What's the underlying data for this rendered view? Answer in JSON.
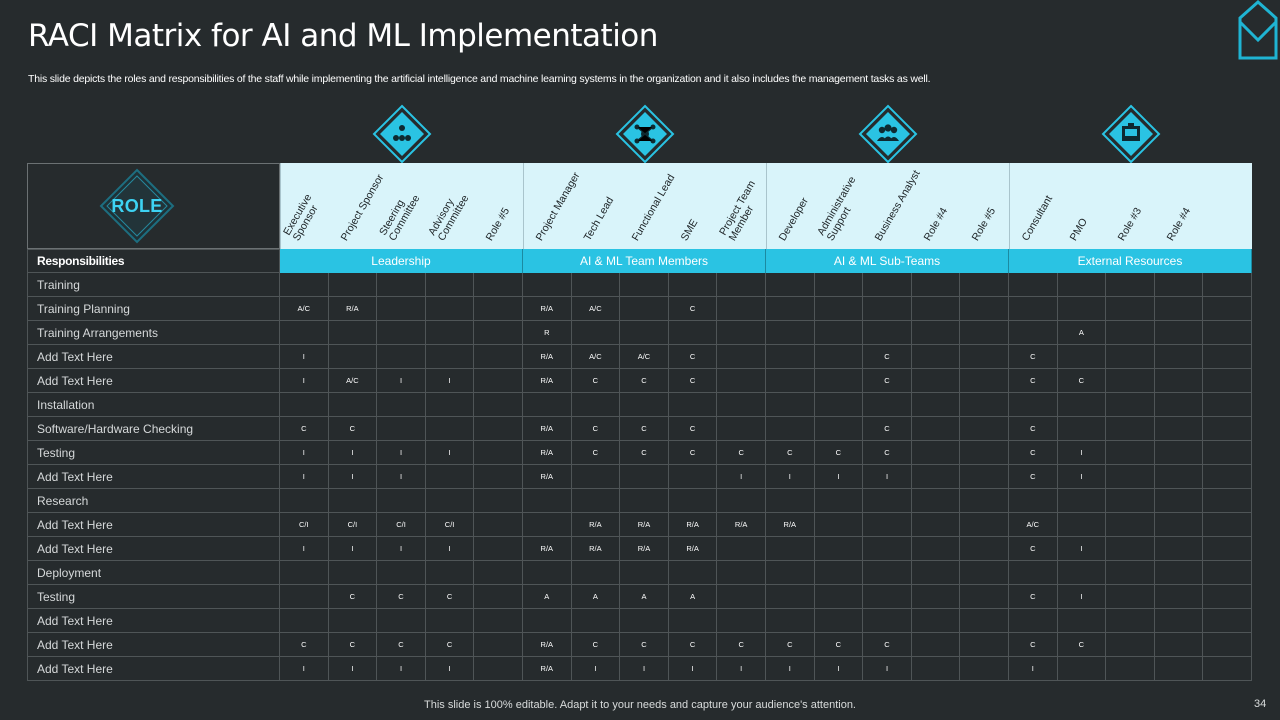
{
  "title": "RACI Matrix for AI and ML Implementation",
  "subtitle": "This slide depicts the roles and responsibilities of the staff while implementing the artificial intelligence and machine learning systems in the organization and it also includes the management tasks as well.",
  "footer": "This slide is 100% editable. Adapt it to your needs and capture your audience's attention.",
  "page_number": "34",
  "accent_color": "#2ac3e3",
  "role_label": "ROLE",
  "responsibilities_label": "Responsibilities",
  "groups": [
    {
      "name": "Leadership",
      "icon": "committee-icon",
      "roles": [
        "Executive\nSponsor",
        "Project Sponsor",
        "Steering\nCommittee",
        "Advisory\nCommittee",
        "Role #5"
      ]
    },
    {
      "name": "AI & ML Team Members",
      "icon": "team-network-icon",
      "roles": [
        "Project Manager",
        "Tech Lead",
        "Functional Lead",
        "SME",
        "Project Team\nMember"
      ]
    },
    {
      "name": "AI & ML Sub-Teams",
      "icon": "people-group-icon",
      "roles": [
        "Developer",
        "Administrative\nSupport",
        "Business Analyst",
        "Role #4",
        "Role #5"
      ]
    },
    {
      "name": "External Resources",
      "icon": "briefcase-board-icon",
      "roles": [
        "Consultant",
        "PMO",
        "Role #3",
        "Role #4",
        ""
      ]
    }
  ],
  "rows": [
    {
      "label": "Training",
      "cells": [
        "",
        "",
        "",
        "",
        "",
        "",
        "",
        "",
        "",
        "",
        "",
        "",
        "",
        "",
        "",
        "",
        "",
        "",
        "",
        ""
      ]
    },
    {
      "label": "Training Planning",
      "cells": [
        "A/C",
        "R/A",
        "",
        "",
        "",
        "R/A",
        "A/C",
        "",
        "C",
        "",
        "",
        "",
        "",
        "",
        "",
        "",
        "",
        "",
        "",
        ""
      ]
    },
    {
      "label": "Training Arrangements",
      "cells": [
        "",
        "",
        "",
        "",
        "",
        "R",
        "",
        "",
        "",
        "",
        "",
        "",
        "",
        "",
        "",
        "",
        "A",
        "",
        "",
        ""
      ]
    },
    {
      "label": "Add Text Here",
      "cells": [
        "I",
        "",
        "",
        "",
        "",
        "R/A",
        "A/C",
        "A/C",
        "C",
        "",
        "",
        "",
        "C",
        "",
        "",
        "C",
        "",
        "",
        "",
        ""
      ]
    },
    {
      "label": "Add Text Here",
      "cells": [
        "I",
        "A/C",
        "I",
        "I",
        "",
        "R/A",
        "C",
        "C",
        "C",
        "",
        "",
        "",
        "C",
        "",
        "",
        "C",
        "C",
        "",
        "",
        ""
      ]
    },
    {
      "label": "Installation",
      "cells": [
        "",
        "",
        "",
        "",
        "",
        "",
        "",
        "",
        "",
        "",
        "",
        "",
        "",
        "",
        "",
        "",
        "",
        "",
        "",
        ""
      ]
    },
    {
      "label": "Software/Hardware Checking",
      "cells": [
        "C",
        "C",
        "",
        "",
        "",
        "R/A",
        "C",
        "C",
        "C",
        "",
        "",
        "",
        "C",
        "",
        "",
        "C",
        "",
        "",
        "",
        ""
      ]
    },
    {
      "label": "Testing",
      "cells": [
        "I",
        "I",
        "I",
        "I",
        "",
        "R/A",
        "C",
        "C",
        "C",
        "C",
        "C",
        "C",
        "C",
        "",
        "",
        "C",
        "I",
        "",
        "",
        ""
      ]
    },
    {
      "label": "Add Text Here",
      "cells": [
        "I",
        "I",
        "I",
        "",
        "",
        "R/A",
        "",
        "",
        "",
        "I",
        "I",
        "I",
        "I",
        "",
        "",
        "C",
        "I",
        "",
        "",
        ""
      ]
    },
    {
      "label": "Research",
      "cells": [
        "",
        "",
        "",
        "",
        "",
        "",
        "",
        "",
        "",
        "",
        "",
        "",
        "",
        "",
        "",
        "",
        "",
        "",
        "",
        ""
      ]
    },
    {
      "label": "Add Text Here",
      "cells": [
        "C/I",
        "C/I",
        "C/I",
        "C/I",
        "",
        "",
        "R/A",
        "R/A",
        "R/A",
        "R/A",
        "R/A",
        "",
        "",
        "",
        "",
        "A/C",
        "",
        "",
        "",
        ""
      ]
    },
    {
      "label": "Add Text Here",
      "cells": [
        "I",
        "I",
        "I",
        "I",
        "",
        "R/A",
        "R/A",
        "R/A",
        "R/A",
        "",
        "",
        "",
        "",
        "",
        "",
        "C",
        "I",
        "",
        "",
        ""
      ]
    },
    {
      "label": "Deployment",
      "cells": [
        "",
        "",
        "",
        "",
        "",
        "",
        "",
        "",
        "",
        "",
        "",
        "",
        "",
        "",
        "",
        "",
        "",
        "",
        "",
        ""
      ]
    },
    {
      "label": "Testing",
      "cells": [
        "",
        "C",
        "C",
        "C",
        "",
        "A",
        "A",
        "A",
        "A",
        "",
        "",
        "",
        "",
        "",
        "",
        "C",
        "I",
        "",
        "",
        ""
      ]
    },
    {
      "label": "Add Text Here",
      "cells": [
        "",
        "",
        "",
        "",
        "",
        "",
        "",
        "",
        "",
        "",
        "",
        "",
        "",
        "",
        "",
        "",
        "",
        "",
        "",
        ""
      ]
    },
    {
      "label": "Add Text Here",
      "cells": [
        "C",
        "C",
        "C",
        "C",
        "",
        "R/A",
        "C",
        "C",
        "C",
        "C",
        "C",
        "C",
        "C",
        "",
        "",
        "C",
        "C",
        "",
        "",
        ""
      ]
    },
    {
      "label": "Add Text Here",
      "cells": [
        "I",
        "I",
        "I",
        "I",
        "",
        "R/A",
        "I",
        "I",
        "I",
        "I",
        "I",
        "I",
        "I",
        "",
        "",
        "I",
        "",
        "",
        "",
        ""
      ]
    }
  ]
}
